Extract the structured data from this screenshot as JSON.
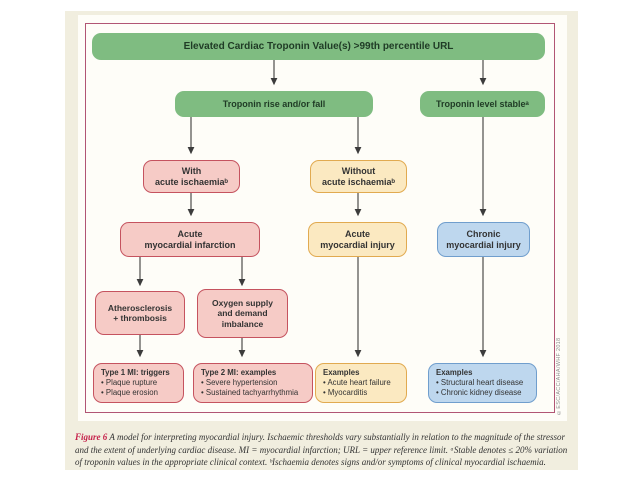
{
  "colors": {
    "panel-bg": "#f1eedf",
    "card-bg": "#fefdf8",
    "frame-border": "#b15574",
    "green-fill": "#7fbc81",
    "green-text": "#203c26",
    "pink-fill": "#f6cbc6",
    "pink-border": "#c5535f",
    "yellow-fill": "#fbe9c1",
    "yellow-border": "#e1aa50",
    "blue-fill": "#bed7ee",
    "blue-border": "#709ecd",
    "caption-red": "#c5204a",
    "body-text": "#333333",
    "arrow": "#3c3c3c",
    "copyright-gray": "#8f8f8f"
  },
  "nodes": {
    "root": {
      "lines": [
        "Elevated Cardiac Troponin Value(s) >99th percentile URL"
      ]
    },
    "rise_fall": {
      "lines": [
        "Troponin rise and/or fall"
      ]
    },
    "stable": {
      "lines": [
        "Troponin level stableᵃ"
      ]
    },
    "with_ischaemia": {
      "lines": [
        "With",
        "acute ischaemiaᵇ"
      ]
    },
    "without_ischaemia": {
      "lines": [
        "Without",
        "acute ischaemiaᵇ"
      ]
    },
    "acute_mi": {
      "lines": [
        "Acute",
        "myocardial infarction"
      ]
    },
    "acute_injury": {
      "lines": [
        "Acute",
        "myocardial injury"
      ]
    },
    "chronic_injury": {
      "lines": [
        "Chronic",
        "myocardial injury"
      ]
    },
    "athero": {
      "lines": [
        "Atherosclerosis",
        "+ thrombosis"
      ]
    },
    "oxygen": {
      "lines": [
        "Oxygen supply",
        "and demand",
        "imbalance"
      ]
    },
    "type1": {
      "title": "Type 1 MI: triggers",
      "items": [
        "• Plaque rupture",
        "• Plaque erosion"
      ]
    },
    "type2": {
      "title": "Type 2 MI: examples",
      "items": [
        "• Severe hypertension",
        "• Sustained tachyarrhythmia"
      ]
    },
    "examples_acute_injury": {
      "title": "Examples",
      "items": [
        "• Acute heart failure",
        "• Myocarditis"
      ]
    },
    "examples_chronic_injury": {
      "title": "Examples",
      "items": [
        "• Structural heart disease",
        "• Chronic kidney disease"
      ]
    }
  },
  "caption": {
    "label": "Figure 6",
    "text": " A model for interpreting myocardial injury. Ischaemic thresholds vary substantially in relation to the magnitude of the stressor and the extent of underlying cardiac disease. MI = myocardial infarction; URL = upper reference limit. ᵃStable denotes ≤ 20% variation of troponin values in the appropriate clinical context. ᵇIschaemia denotes signs and/or symptoms of clinical myocardial ischaemia."
  },
  "copyright": "©ESC/ACC/AHA/WHF 2018"
}
